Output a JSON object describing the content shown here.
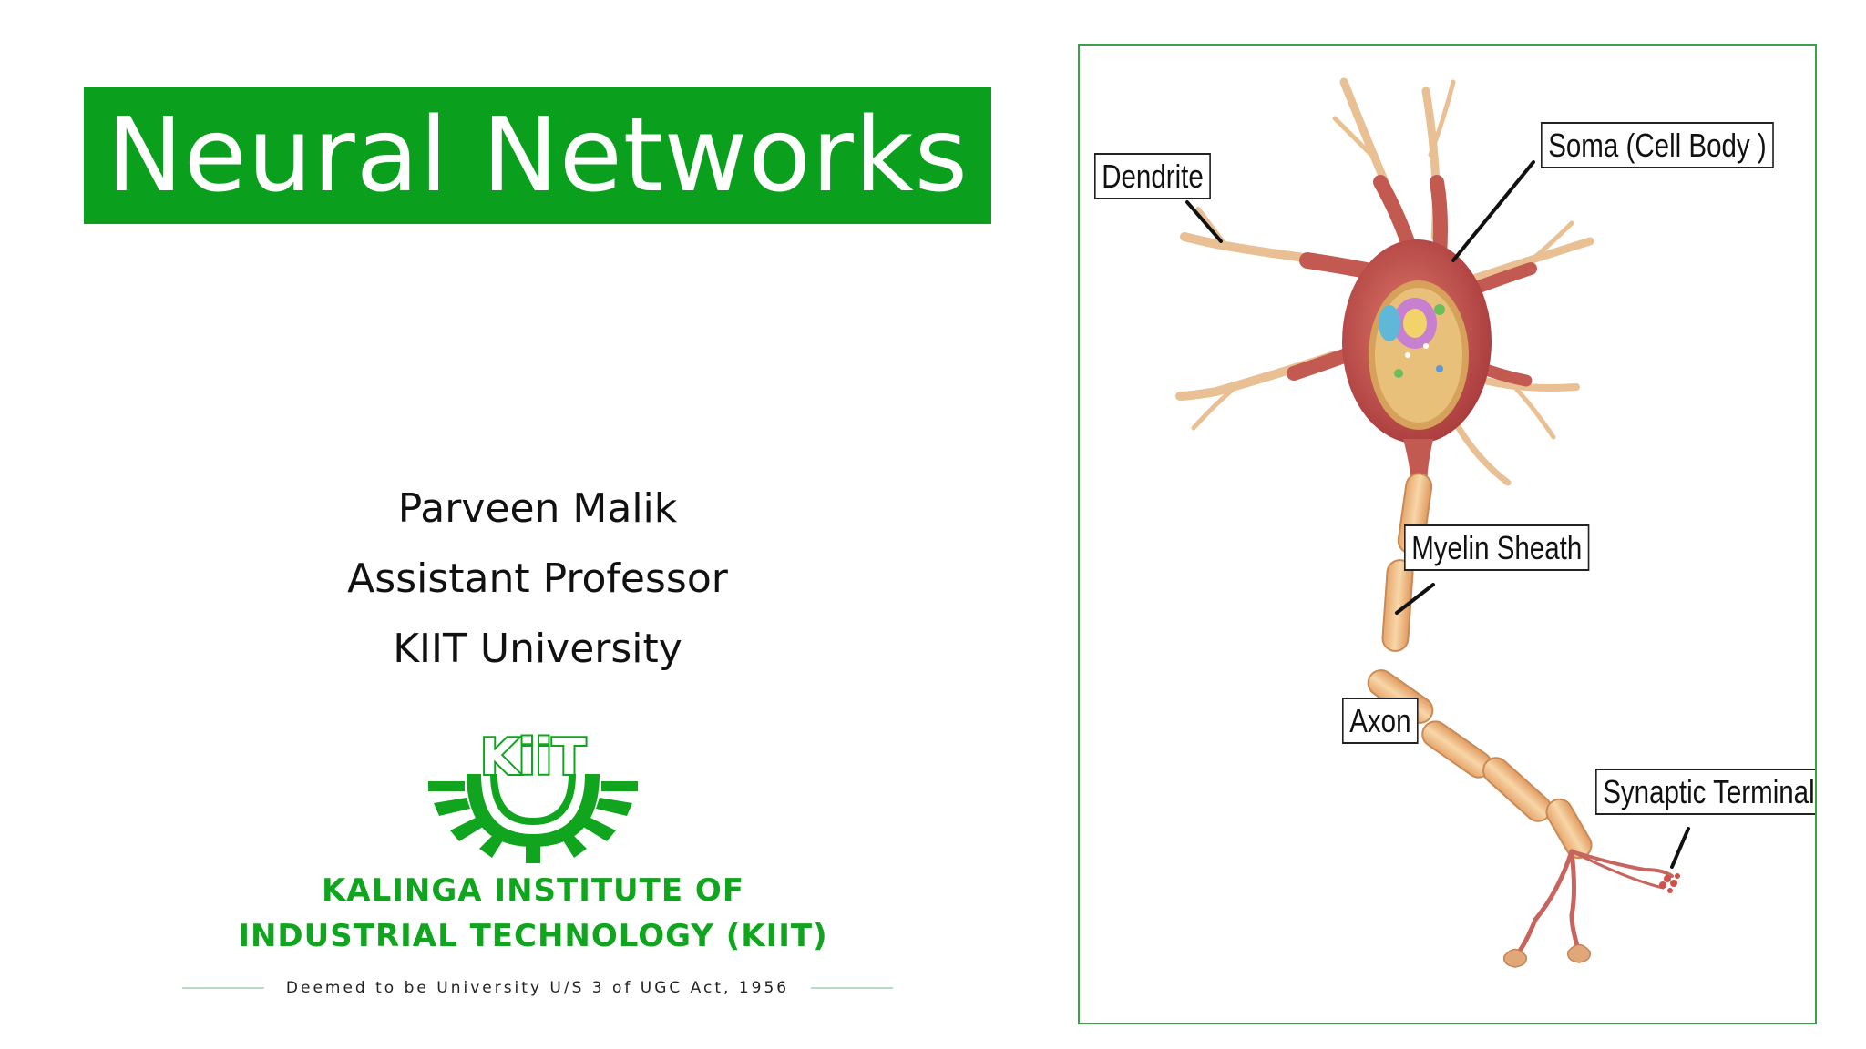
{
  "slide": {
    "title": "Neural Networks",
    "author": {
      "name": "Parveen Malik",
      "position": "Assistant Professor",
      "institution": "KIIT University"
    },
    "logo": {
      "emblem_text": "KiiT",
      "line1": "KALINGA INSTITUTE OF",
      "line2": "INDUSTRIAL TECHNOLOGY (KIIT)",
      "tagline": "Deemed to be University U/S 3 of UGC Act, 1956"
    },
    "diagram": {
      "labels": {
        "dendrite": "Dendrite",
        "soma": "Soma (Cell Body )",
        "myelin": "Myelin Sheath",
        "axon": "Axon",
        "synaptic": "Synaptic Terminal"
      }
    }
  },
  "colors": {
    "brand_green": "#0b9f1e",
    "frame_green": "#3aa34a",
    "neuron_body": "#c9534f",
    "dendrite": "#e8b98a",
    "myelin": "#f2c48c"
  }
}
